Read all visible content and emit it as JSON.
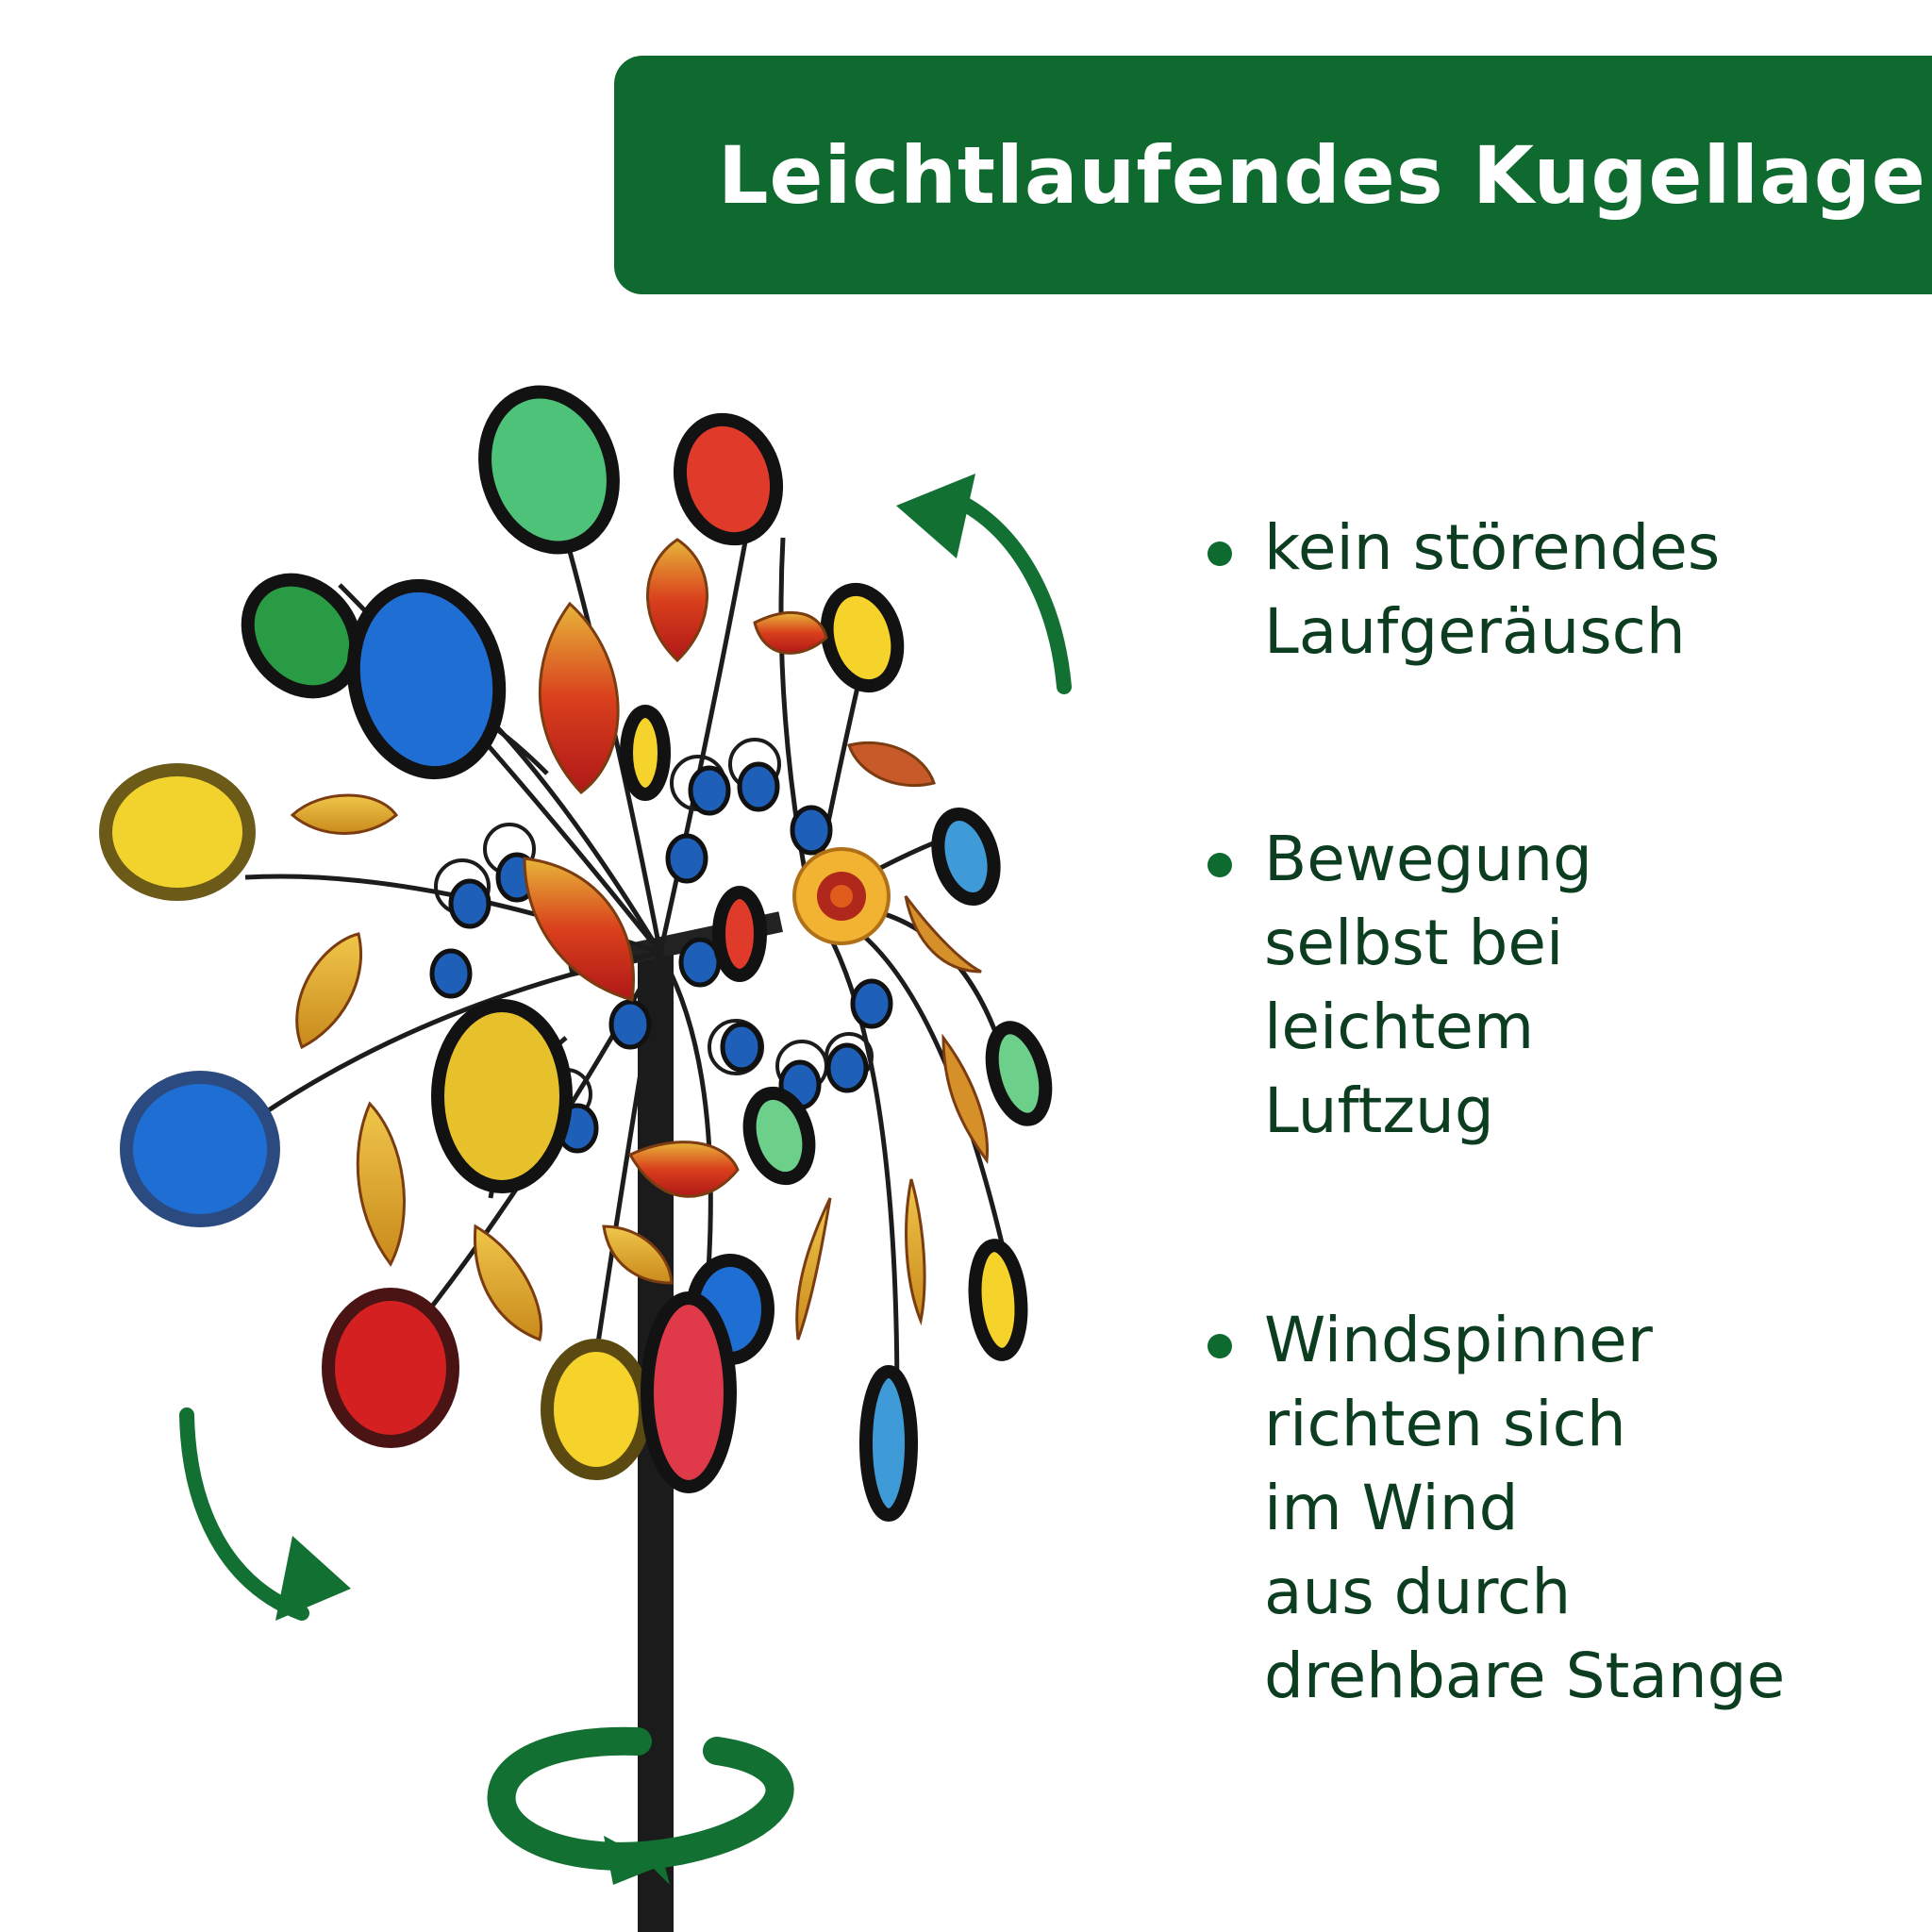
{
  "banner": {
    "title": "Leichtlaufendes Kugellager!"
  },
  "features": [
    {
      "lines": [
        "kein störendes",
        "Laufgeräusch"
      ]
    },
    {
      "lines": [
        "Bewegung",
        "selbst bei",
        "leichtem",
        "Luftzug"
      ]
    },
    {
      "lines": [
        "Windspinner",
        "richten sich",
        "im Wind",
        "aus durch",
        "drehbare Stange"
      ]
    }
  ],
  "colors": {
    "brand_green": "#0f6a2f",
    "text_green": "#0c3d20",
    "pole": "#1b1b1b"
  },
  "icons": [
    "curved-arrow-up-icon",
    "curved-arrow-down-icon",
    "rotation-ring-icon",
    "bullet-icon"
  ]
}
